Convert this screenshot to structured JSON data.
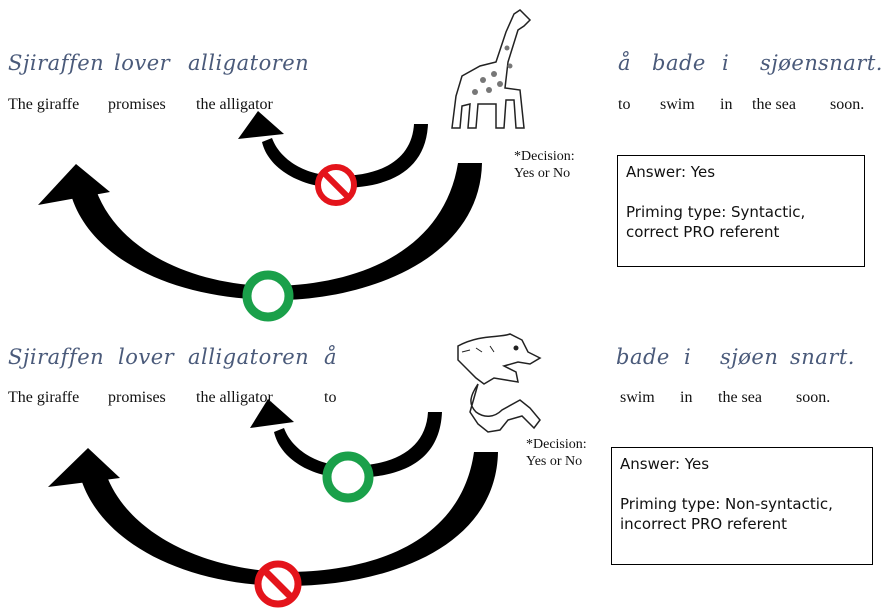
{
  "panels": [
    {
      "norwegian": [
        "Sjiraffen",
        "lover",
        "alligatoren",
        "å",
        "bade",
        "i",
        "sjøen",
        "snart."
      ],
      "english": [
        "The giraffe",
        "promises",
        "the alligator",
        "to",
        "swim",
        "in",
        "the sea",
        "soon."
      ],
      "decision": [
        "*Decision:",
        "Yes or No"
      ],
      "answer": "Answer: Yes",
      "priming": [
        "Priming type: Syntactic,",
        "correct PRO referent"
      ],
      "animal_icon": "giraffe-icon",
      "inner_arrow_marker": "prohibited-icon",
      "outer_arrow_marker": "ok-circle-icon"
    },
    {
      "norwegian": [
        "Sjiraffen",
        "lover",
        "alligatoren",
        "å",
        "bade",
        "i",
        "sjøen",
        "snart."
      ],
      "english": [
        "The giraffe",
        "promises",
        "the alligator",
        "to",
        "swim",
        "in",
        "the sea",
        "soon."
      ],
      "decision": [
        "*Decision:",
        "Yes or No"
      ],
      "answer": "Answer: Yes",
      "priming": [
        "Priming type: Non-syntactic,",
        "incorrect PRO referent"
      ],
      "animal_icon": "alligator-icon",
      "inner_arrow_marker": "ok-circle-icon",
      "outer_arrow_marker": "prohibited-icon"
    }
  ],
  "colors": {
    "ok": "#1aa04a",
    "prohibited": "#e4141b",
    "norwegian_text": "#4a5a7a"
  }
}
